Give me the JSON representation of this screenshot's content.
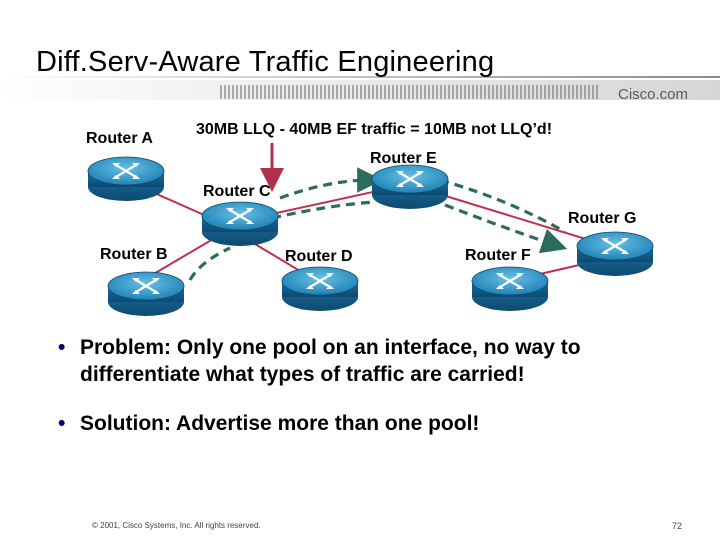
{
  "slide": {
    "title": "Diff.Serv-Aware Traffic Engineering",
    "brand": "Cisco.com",
    "annotation": "30MB LLQ - 40MB EF traffic = 10MB not LLQ’d!",
    "routers": {
      "a": "Router A",
      "b": "Router B",
      "c": "Router C",
      "d": "Router D",
      "e": "Router E",
      "f": "Router F",
      "g": "Router G"
    },
    "bullets": [
      "Problem: Only one pool on an interface, no way to differentiate what types of traffic are carried!",
      "Solution: Advertise more than one pool!"
    ],
    "footer": {
      "copyright": "© 2001, Cisco Systems, Inc. All rights reserved.",
      "page": "72"
    }
  },
  "colors": {
    "router_body": "#1a6fa0",
    "router_top": "#3fa6d4",
    "link_line": "#c0304a",
    "tunnel_dash": "#2d6b5e",
    "arrow": "#b0304a",
    "bullet": "#000080"
  },
  "icons": {
    "router": "router-icon",
    "bullet": "bullet-dot"
  }
}
